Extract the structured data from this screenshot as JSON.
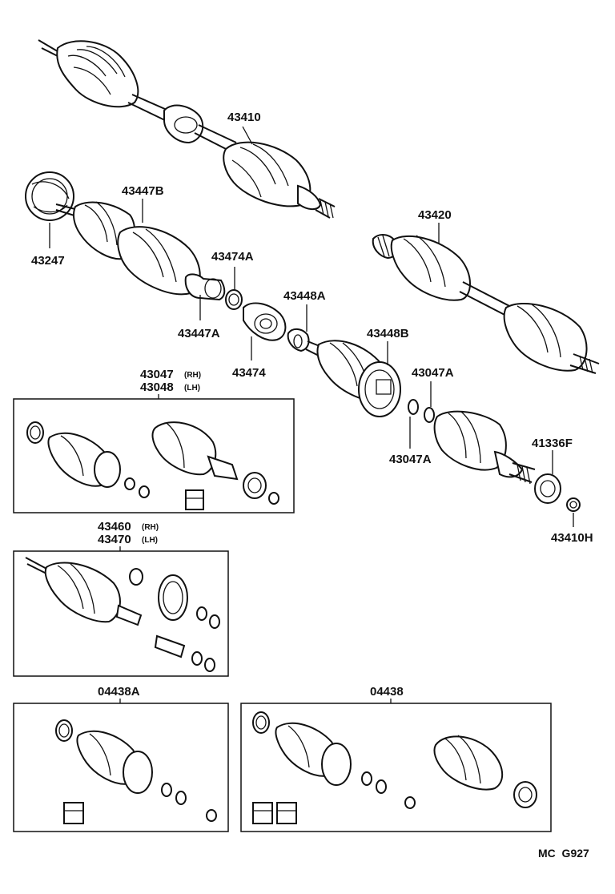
{
  "parts": {
    "p43410": "43410",
    "p43447B": "43447B",
    "p43247": "43247",
    "p43420": "43420",
    "p43474A": "43474A",
    "p43447A": "43447A",
    "p43448A": "43448A",
    "p43474": "43474",
    "p43448B": "43448B",
    "p43047A_top": "43047A",
    "p43047A_bottom": "43047A",
    "p41336F": "41336F",
    "p43410H": "43410H"
  },
  "kits": {
    "boot_kit": {
      "number1": "43047",
      "sub1": "(RH)",
      "number2": "43048",
      "sub2": "(LH)"
    },
    "shaft_kit": {
      "number1": "43460",
      "sub1": "(RH)",
      "number2": "43470",
      "sub2": "(LH)"
    },
    "kit_04438A": {
      "number": "04438A"
    },
    "kit_04438": {
      "number": "04438"
    }
  },
  "footer": {
    "code": "MC  G927"
  }
}
